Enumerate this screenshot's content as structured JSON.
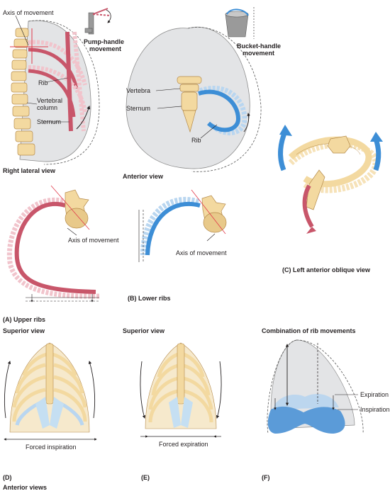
{
  "colors": {
    "bone": "#f3d9a0",
    "bone_edge": "#b58a4a",
    "rib_red": "#c8566a",
    "rib_red_light": "#f1c4cc",
    "rib_blue": "#3d8ed6",
    "rib_blue_light": "#b9d6f0",
    "cartilage": "#c5dff2",
    "thorax_gray": "#e3e4e6",
    "diaphragm_blue": "#5b9bd8",
    "diaphragm_light": "#bcd6ee",
    "line": "#231f20"
  },
  "icons": [
    "pump-handle-icon",
    "bucket-icon",
    "arrow-icon"
  ],
  "panel_a": {
    "axis_label": "Axis of movement",
    "pump_label_1": "Pump-handle",
    "pump_label_2": "movement",
    "rib": "Rib",
    "vertebral_1": "Vertebral",
    "vertebral_2": "column",
    "sternum": "Sternum",
    "view": "Right lateral view",
    "axis_label_2": "Axis of movement",
    "caption": "(A) Upper ribs"
  },
  "panel_b": {
    "bucket_label_1": "Bucket-handle",
    "bucket_label_2": "movement",
    "vertebra": "Vertebra",
    "sternum": "Sternum",
    "rib": "Rib",
    "view": "Anterior view",
    "axis_label": "Axis of movement",
    "caption": "(B) Lower ribs"
  },
  "panel_c": {
    "caption": "(C) Left anterior oblique view"
  },
  "panel_d": {
    "view": "Superior view",
    "label": "Forced inspiration",
    "caption": "(D)"
  },
  "panel_e": {
    "view": "Superior view",
    "label": "Forced expiration",
    "caption": "(E)"
  },
  "panel_f": {
    "title": "Combination of rib movements",
    "expiration": "Expiration",
    "inspiration": "Inspiration",
    "caption": "(F)"
  },
  "footer": {
    "anterior_views": "Anterior views"
  }
}
